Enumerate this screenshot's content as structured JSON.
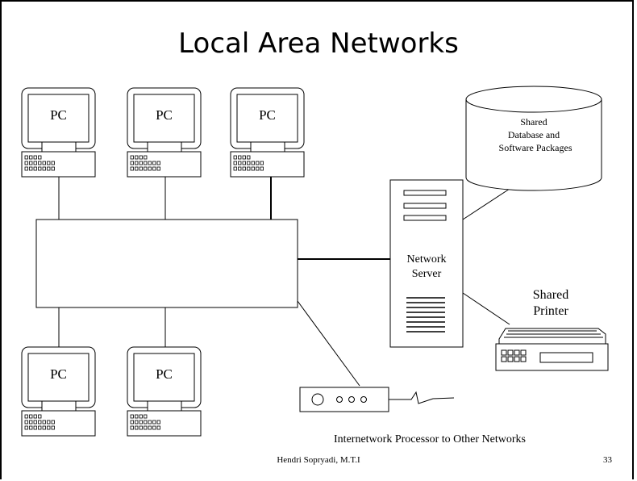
{
  "slide": {
    "title": "Local Area Networks",
    "footer_author": "Hendri Sopryadi, M.T.I",
    "page_number": "33"
  },
  "diagram": {
    "pc_label": "PC",
    "database_label": [
      "Shared",
      "Database and",
      "Software Packages"
    ],
    "server_label": [
      "Network",
      "Server"
    ],
    "printer_label": [
      "Shared",
      "Printer"
    ],
    "internetwork_label": "Internetwork Processor to Other Networks"
  }
}
